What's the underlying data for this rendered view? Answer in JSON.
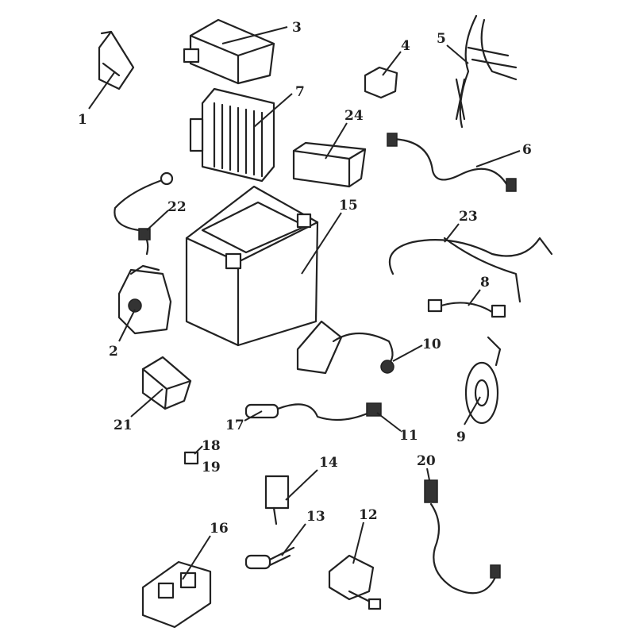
{
  "diagram": {
    "title": "",
    "labels": [
      "1",
      "2",
      "3",
      "4",
      "5",
      "6",
      "7",
      "8",
      "9",
      "10",
      "11",
      "12",
      "13",
      "14",
      "15",
      "16",
      "17",
      "18",
      "19",
      "20",
      "21",
      "22",
      "23",
      "24"
    ]
  }
}
